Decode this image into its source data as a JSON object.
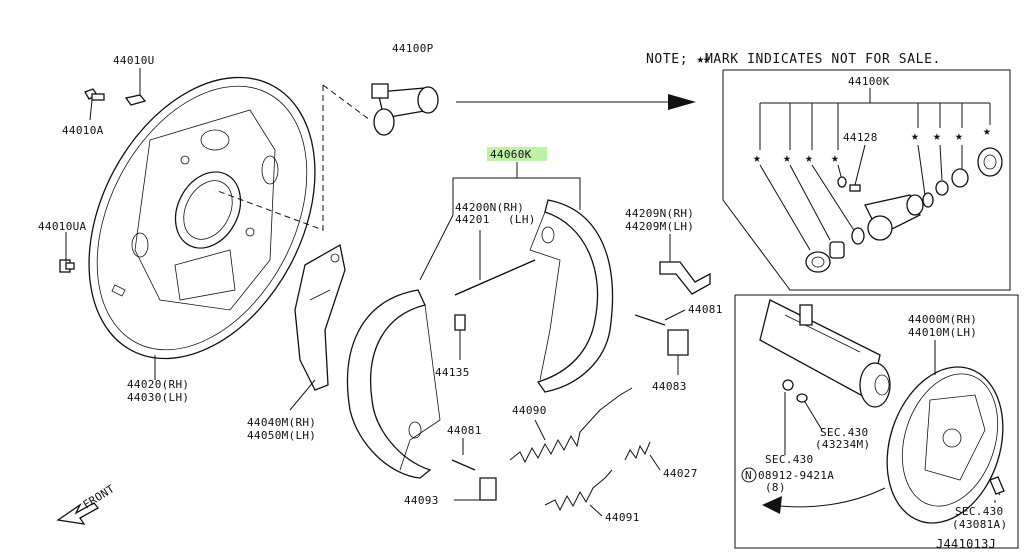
{
  "note": "NOTE; ★MARK INDICATES NOT FOR SALE.",
  "highlight_color": "#bff0a8",
  "labels": {
    "p44010U": "44010U",
    "p44010A": "44010A",
    "p44010UA": "44010UA",
    "p44100P": "44100P",
    "p44060K": "44060K",
    "p44200N": "44200N(RH)",
    "p44201": "44201",
    "p44201_lh": "(LH)",
    "p44209N": "44209N(RH)",
    "p44209M": "44209M(LH)",
    "p44081a": "44081",
    "p44083a": "44083",
    "p44135": "44135",
    "p44090": "44090",
    "p44081b": "44081",
    "p44027": "44027",
    "p44093": "44093",
    "p44091": "44091",
    "p44020": "44020(RH)",
    "p44030": "44030(LH)",
    "p44040M": "44040M(RH)",
    "p44050M": "44050M(LH)",
    "p44100K": "44100K",
    "p44128": "44128",
    "p44000M": "44000M(RH)",
    "p44010M": "44010M(LH)",
    "sec430a": "SEC.430",
    "sec430a_ref": "(43234M)",
    "sec430b": "SEC.430",
    "bolt_num": "08912-9421A",
    "bolt_qty": "(8)",
    "sec430c": "SEC.430",
    "sec430c_ref": "(43081A)",
    "front": "FRONT",
    "diagram_id": "J441013J"
  }
}
